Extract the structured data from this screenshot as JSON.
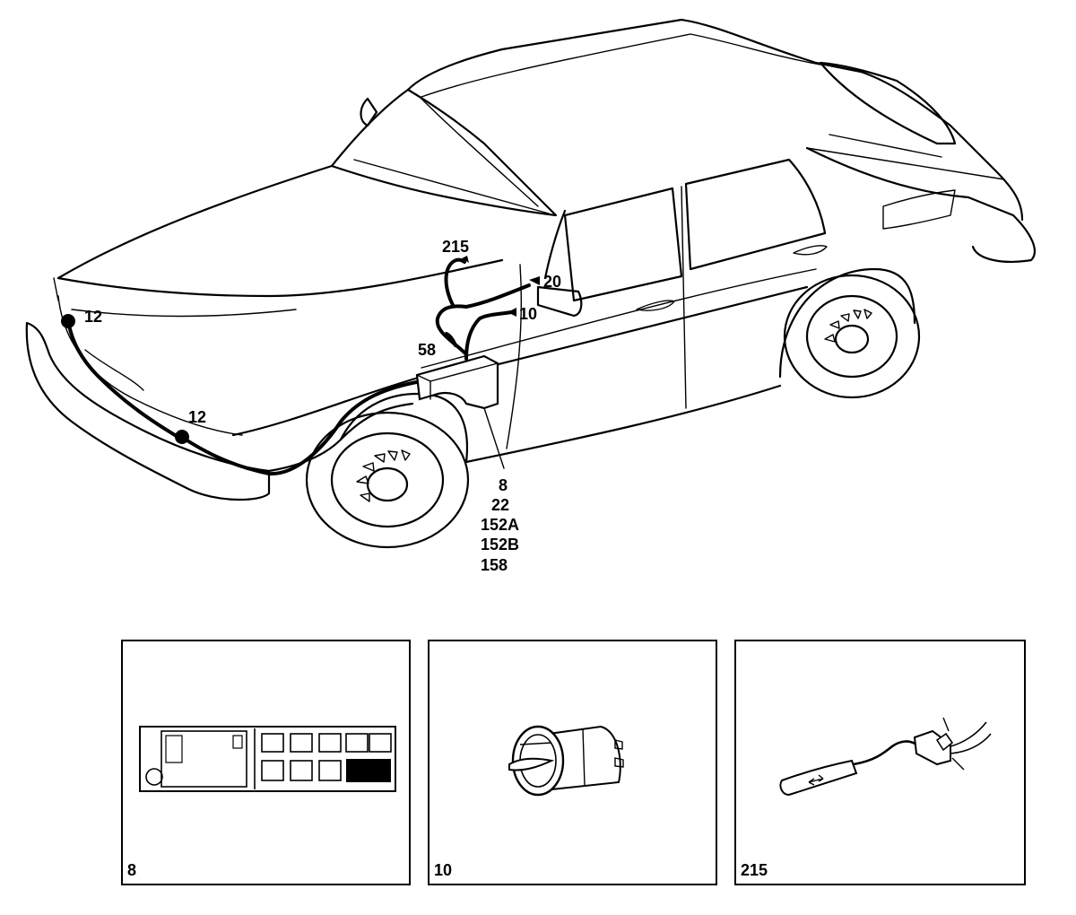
{
  "callouts": {
    "c215": "215",
    "c20": "20",
    "c10": "10",
    "c58": "58",
    "c12_top": "12",
    "c12_bottom": "12",
    "stack": [
      "8",
      "22",
      "152A",
      "152B",
      "158"
    ]
  },
  "insets": [
    {
      "label": "8",
      "icon": "fuse-box-icon"
    },
    {
      "label": "10",
      "icon": "cigarette-lighter-socket-icon"
    },
    {
      "label": "215",
      "icon": "stalk-switch-icon"
    }
  ],
  "colors": {
    "ink": "#000000",
    "paper": "#ffffff"
  }
}
